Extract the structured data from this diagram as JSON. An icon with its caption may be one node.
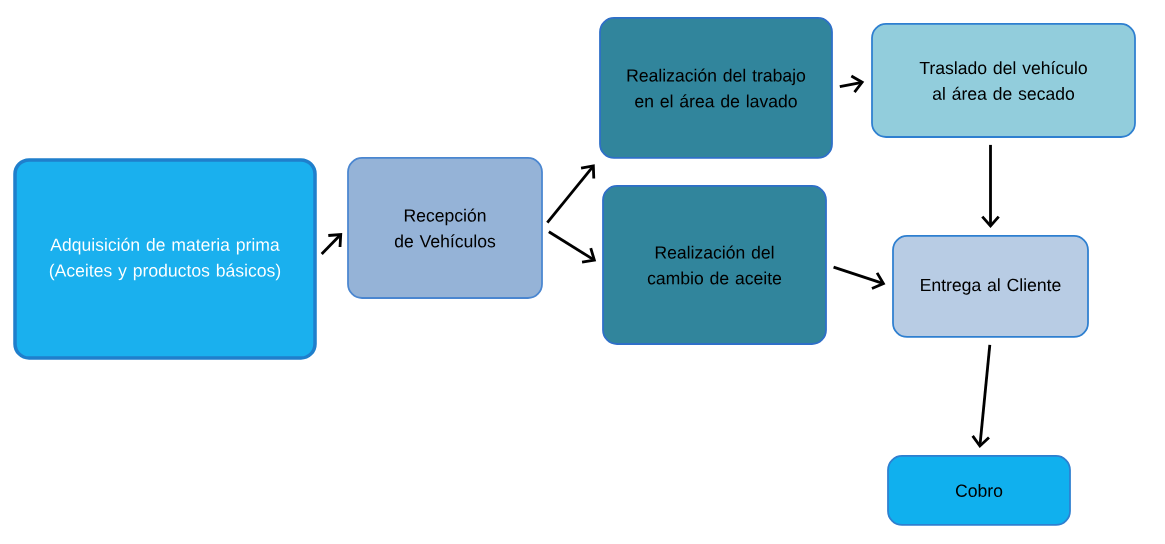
{
  "diagram": {
    "nodes": [
      {
        "text": [
          "Adquisición de materia prima (Aceites y productos básicos)"
        ]
      },
      {
        "text": [
          "Recepción de Vehículos"
        ]
      },
      {
        "text": [
          "Realización del trabajo en el área de lavado"
        ]
      },
      {
        "text": [
          "Realización del cambio de aceite"
        ]
      },
      {
        "text": [
          "Traslado del vehículo al área de secado"
        ]
      },
      {
        "text": [
          "Entrega al Cliente"
        ]
      },
      {
        "text": [
          "Cobro"
        ]
      }
    ],
    "edges": [
      {
        "from": 0,
        "to": 1,
        "arrow": "to"
      },
      {
        "from": 1,
        "to": 2,
        "arrow": "to"
      },
      {
        "from": 1,
        "to": 3,
        "arrow": "to"
      },
      {
        "from": 2,
        "to": 4,
        "arrow": "to"
      },
      {
        "from": 4,
        "to": 5,
        "arrow": "to"
      },
      {
        "from": 3,
        "to": 5,
        "arrow": "to"
      },
      {
        "from": 5,
        "to": 6,
        "arrow": "to"
      }
    ]
  }
}
